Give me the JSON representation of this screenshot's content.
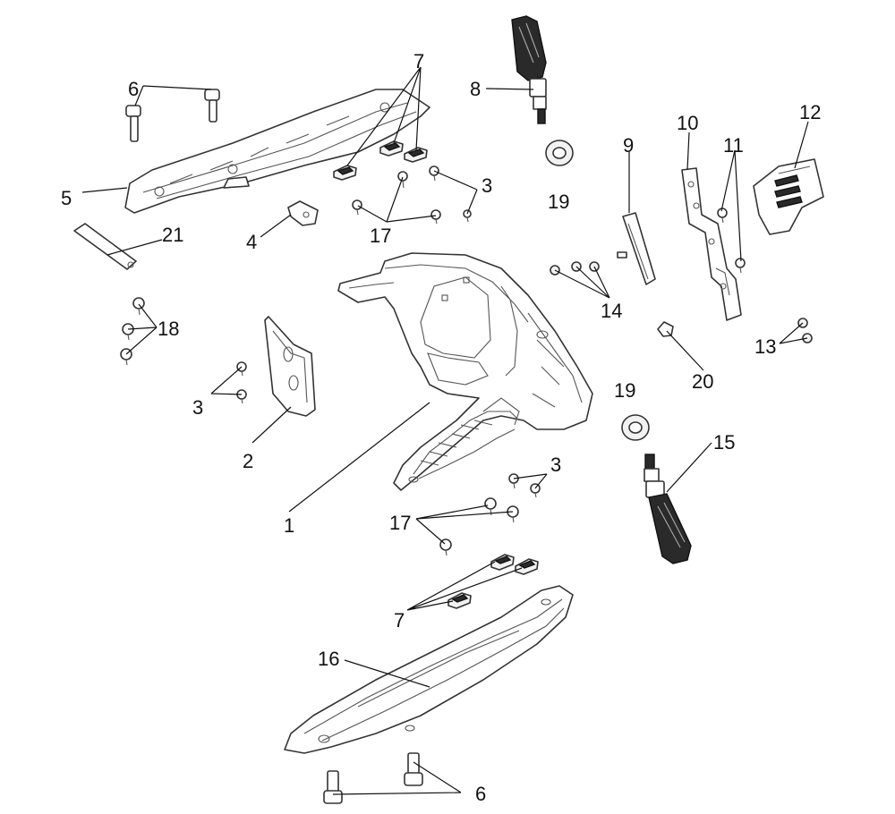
{
  "callouts": [
    {
      "id": "c1",
      "text": "1"
    },
    {
      "id": "c2",
      "text": "2"
    },
    {
      "id": "c3a",
      "text": "3"
    },
    {
      "id": "c3b",
      "text": "3"
    },
    {
      "id": "c3c",
      "text": "3"
    },
    {
      "id": "c4",
      "text": "4"
    },
    {
      "id": "c5",
      "text": "5"
    },
    {
      "id": "c6a",
      "text": "6"
    },
    {
      "id": "c6b",
      "text": "6"
    },
    {
      "id": "c7a",
      "text": "7"
    },
    {
      "id": "c7b",
      "text": "7"
    },
    {
      "id": "c8",
      "text": "8"
    },
    {
      "id": "c9",
      "text": "9"
    },
    {
      "id": "c10",
      "text": "10"
    },
    {
      "id": "c11",
      "text": "11"
    },
    {
      "id": "c12",
      "text": "12"
    },
    {
      "id": "c13",
      "text": "13"
    },
    {
      "id": "c14",
      "text": "14"
    },
    {
      "id": "c15",
      "text": "15"
    },
    {
      "id": "c16",
      "text": "16"
    },
    {
      "id": "c17a",
      "text": "17"
    },
    {
      "id": "c17b",
      "text": "17"
    },
    {
      "id": "c18",
      "text": "18"
    },
    {
      "id": "c19a",
      "text": "19"
    },
    {
      "id": "c19b",
      "text": "19"
    },
    {
      "id": "c20",
      "text": "20"
    },
    {
      "id": "c21",
      "text": "21"
    }
  ]
}
